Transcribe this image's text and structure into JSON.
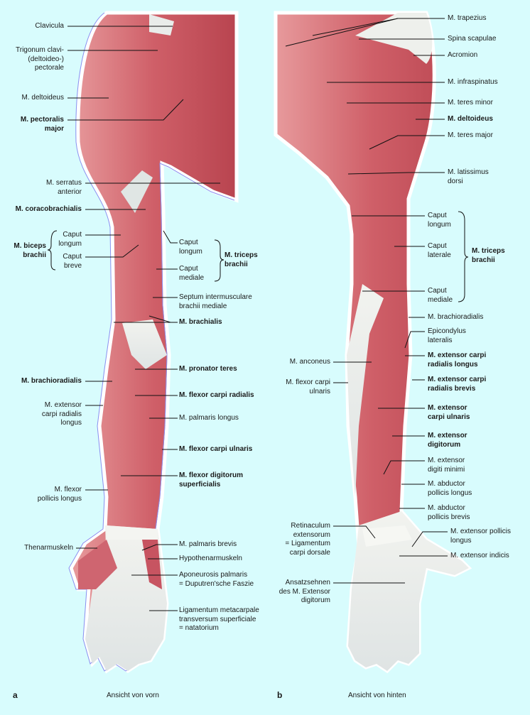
{
  "panel_a": {
    "letter": "a",
    "caption": "Ansicht von vorn",
    "labels": {
      "clavicula": "Clavicula",
      "trigonum": "Trigonum clavi-\n(deltoideo-)\npectorale",
      "deltoideus": "M. deltoideus",
      "pectoralis": "M. pectoralis\nmajor",
      "serratus": "M. serratus\nanterior",
      "coracobrachialis": "M. coracobrachialis",
      "biceps_longum": "Caput\nlongum",
      "biceps_breve": "Caput\nbreve",
      "biceps": "M. biceps\nbrachii",
      "triceps_longum": "Caput\nlongum",
      "triceps_mediale": "Caput\nmediale",
      "triceps": "M. triceps\nbrachii",
      "septum": "Septum intermusculare\nbrachii mediale",
      "brachialis": "M. brachialis",
      "pronator": "M. pronator teres",
      "brachioradialis": "M. brachioradialis",
      "flexor_carpi_radialis": "M. flexor carpi radialis",
      "ext_carpi_rad_longus": "M. extensor\ncarpi radialis\nlongus",
      "palmaris_longus": "M. palmaris longus",
      "flexor_carpi_ulnaris": "M. flexor carpi ulnaris",
      "flexor_digitorum": "M. flexor digitorum\nsuperficialis",
      "flexor_pollicis": "M. flexor\npollicis longus",
      "thenar": "Thenarmuskeln",
      "palmaris_brevis": "M. palmaris brevis",
      "hypothenar": "Hypothenarmuskeln",
      "aponeurosis": "Aponeurosis palmaris\n= Duputren'sche Faszie",
      "ligamentum": "Ligamentum metacarpale\ntransversum superficiale\n= natatorium"
    }
  },
  "panel_b": {
    "letter": "b",
    "caption": "Ansicht von hinten",
    "labels": {
      "trapezius": "M. trapezius",
      "spina": "Spina scapulae",
      "acromion": "Acromion",
      "infraspinatus": "M. infraspinatus",
      "teres_minor": "M. teres minor",
      "deltoideus": "M. deltoideus",
      "teres_major": "M. teres major",
      "latissimus": "M. latissimus\ndorsi",
      "caput_longum": "Caput\nlongum",
      "caput_laterale": "Caput\nlaterale",
      "caput_mediale": "Caput\nmediale",
      "triceps": "M. triceps\nbrachii",
      "brachioradialis": "M. brachioradialis",
      "epicondylus": "Epicondylus\nlateralis",
      "ecr_longus": "M. extensor carpi\nradialis longus",
      "ecr_brevis": "M. extensor carpi\nradialis brevis",
      "ec_ulnaris": "M. extensor\ncarpi ulnaris",
      "ext_digitorum": "M. extensor\ndigitorum",
      "ext_digiti_minimi": "M. extensor\ndigiti minimi",
      "abd_poll_longus": "M. abductor\npollicis longus",
      "abd_poll_brevis": "M. abductor\npollicis brevis",
      "ext_poll_longus": "M. extensor pollicis\nlongus",
      "ext_indicis": "M. extensor indicis",
      "anconeus": "M. anconeus",
      "flexor_carpi_ulnaris": "M. flexor carpi\nulnaris",
      "retinaculum": "Retinaculum\nextensorum\n= Ligamentum\ncarpi dorsale",
      "ansatzsehnen": "Ansatzsehnen\ndes M. Extensor\ndigitorum"
    }
  },
  "colors": {
    "background": "#d8fcfd",
    "muscle": "#d9737a",
    "tendon": "#eef0ec",
    "outline": "#ffffff"
  }
}
